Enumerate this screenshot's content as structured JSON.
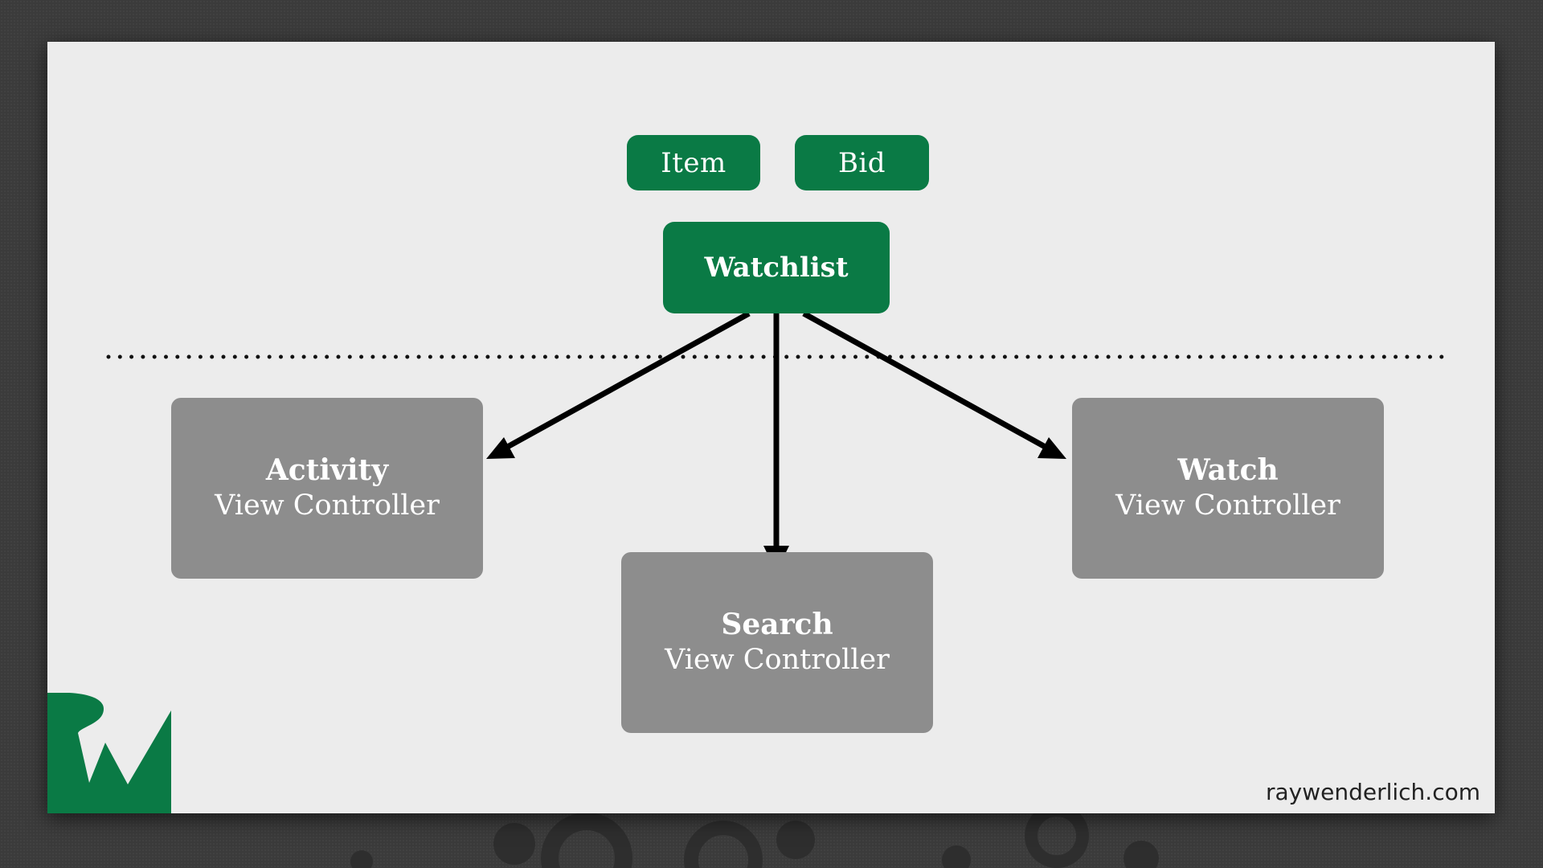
{
  "nodes": {
    "item": "Item",
    "bid": "Bid",
    "watchlist": "Watchlist",
    "activity": {
      "title": "Activity",
      "subtitle": "View Controller"
    },
    "search": {
      "title": "Search",
      "subtitle": "View Controller"
    },
    "watch": {
      "title": "Watch",
      "subtitle": "View Controller"
    }
  },
  "edges": [
    {
      "from": "Watchlist",
      "to": "Activity View Controller"
    },
    {
      "from": "Watchlist",
      "to": "Search View Controller"
    },
    {
      "from": "Watchlist",
      "to": "Watch View Controller"
    }
  ],
  "footer": {
    "site": "raywenderlich.com"
  },
  "colors": {
    "accent_green": "#0a7a45",
    "box_gray": "#8d8d8d",
    "slide_bg": "#ececec",
    "backdrop": "#3b3b3b"
  },
  "icons": {
    "logo": "raywenderlich-logo-icon"
  }
}
